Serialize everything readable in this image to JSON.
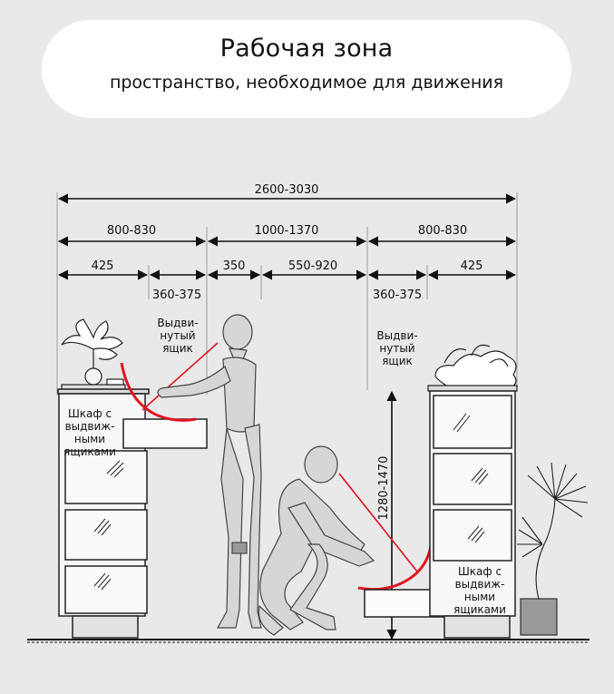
{
  "header": {
    "title": "Рабочая зона",
    "subtitle": "пространство, необходимое для движения"
  },
  "dimensions": {
    "total": "2600-3030",
    "left_zone": "800-830",
    "middle_zone": "1000-1370",
    "right_zone": "800-830",
    "left_cabinet_depth": "425",
    "left_drawer": "360-375",
    "body_depth": "350",
    "passage": "550-920",
    "right_drawer": "360-375",
    "right_cabinet_depth": "425",
    "reach_height": "1280-1470"
  },
  "labels": {
    "drawer_left": [
      "Выдви-",
      "нутый",
      "ящик"
    ],
    "drawer_right": [
      "Выдви-",
      "нутый",
      "ящик"
    ],
    "cabinet_left": [
      "Шкаф с",
      "выдвиж-",
      "ными",
      "ящиками"
    ],
    "cabinet_right": [
      "Шкаф с",
      "выдвиж-",
      "ными",
      "ящиками"
    ]
  },
  "colors": {
    "accent_red": "#e0141e",
    "background": "#e9e9e9",
    "card": "#ffffff"
  }
}
